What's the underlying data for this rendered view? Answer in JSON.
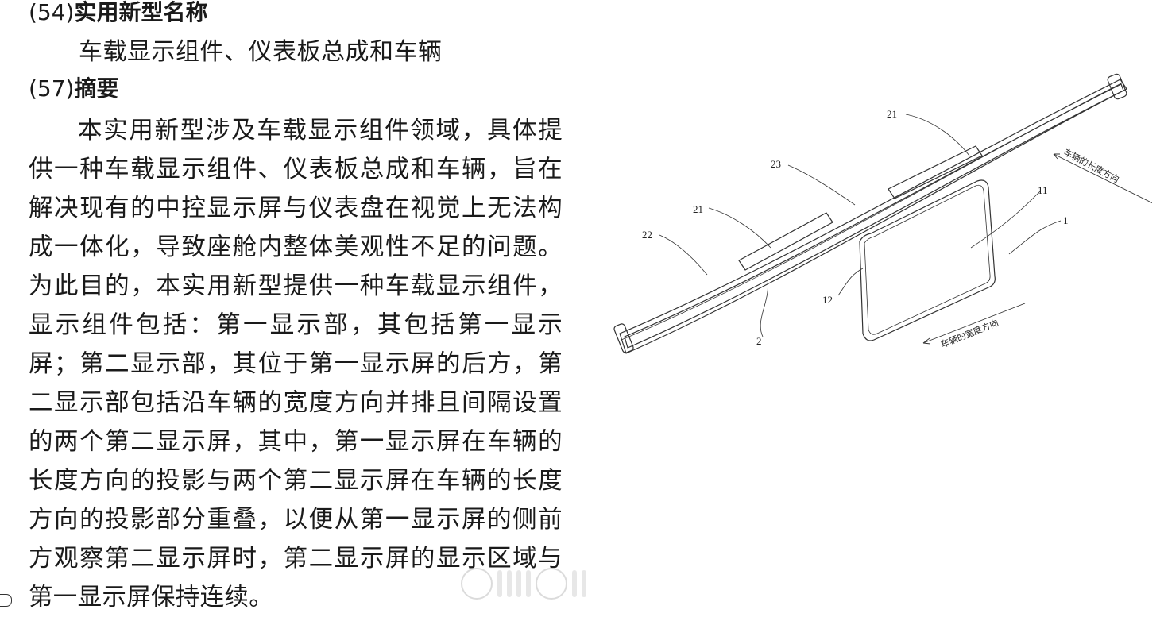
{
  "field54": {
    "code": "(54)",
    "label": "实用新型名称"
  },
  "title": "车载显示组件、仪表板总成和车辆",
  "field57": {
    "code": "(57)",
    "label": "摘要"
  },
  "abstract": "本实用新型涉及车载显示组件领域，具体提供一种车载显示组件、仪表板总成和车辆，旨在解决现有的中控显示屏与仪表盘在视觉上无法构成一体化，导致座舱内整体美观性不足的问题。为此目的，本实用新型提供一种车载显示组件，显示组件包括：第一显示部，其包括第一显示屏；第二显示部，其位于第一显示屏的后方，第二显示部包括沿车辆的宽度方向并排且间隔设置的两个第二显示屏，其中，第一显示屏在车辆的长度方向的投影与两个第二显示屏在车辆的长度方向的投影部分重叠，以便从第一显示屏的侧前方观察第二显示屏时，第二显示屏的显示区域与第一显示屏保持连续。",
  "figure": {
    "labels": [
      "21",
      "23",
      "21",
      "22",
      "11",
      "1",
      "12",
      "2"
    ],
    "length_direction": "车辆的长度方向",
    "width_direction": "车辆的宽度方向"
  }
}
